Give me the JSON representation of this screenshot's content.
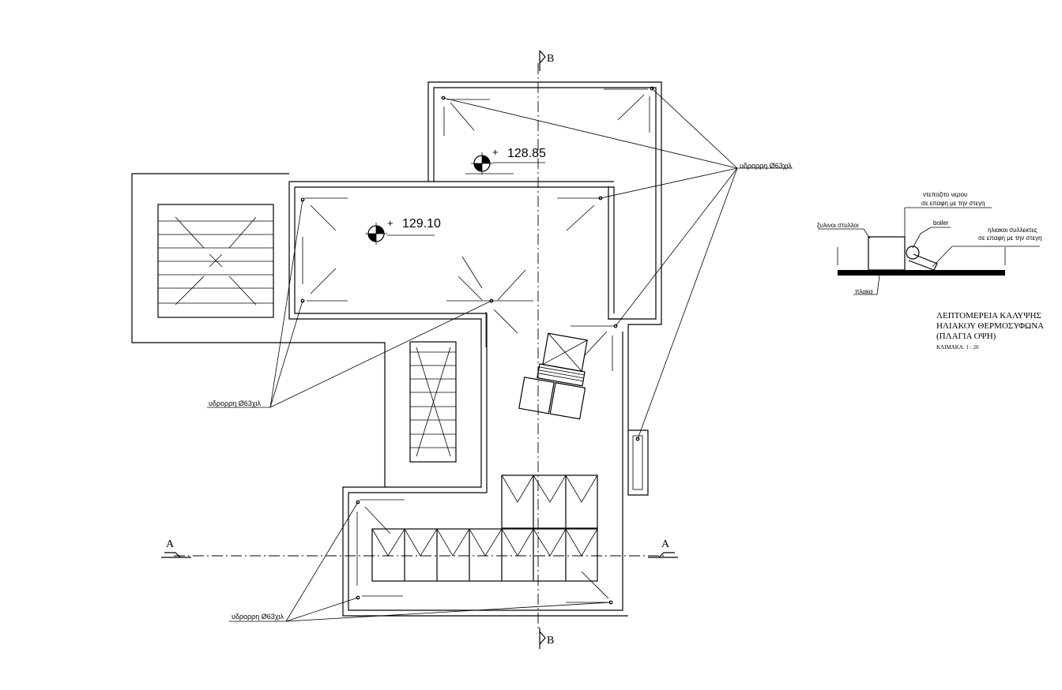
{
  "section_markers": {
    "b": "B",
    "a": "A"
  },
  "levels": {
    "upper": "128.85",
    "lower": "129.10"
  },
  "drain_labels": {
    "top_right": "υδρορρη Ø63χιλ",
    "left": "υδρορρη Ø63χιλ",
    "bottom": "υδρορρη Ø63χιλ"
  },
  "detail": {
    "labels": {
      "water_tank": "ντεποζιτο νερου",
      "water_tank_note": "σε επαφη με την στεγη",
      "wooden_posts": "ξυλινοι στυλλοι",
      "boiler": "boiler",
      "collectors": "ηλιακοι συλλεκτες",
      "collectors_note": "σε επαφη με την στεγη",
      "slab": "πλακα"
    },
    "title_line1": "ΛΕΠΤΟΜΕΡΕΙΑ ΚΑΛΥΨΗΣ",
    "title_line2": "ΗΛΙΑΚΟΥ ΘΕΡΜΟΣΥΦΩΝΑ",
    "title_line3": "(ΠΛΑΓΙΑ  ΟΨΗ)",
    "scale": "ΚΛΙΜΑΚΑ: 1 : 20"
  }
}
